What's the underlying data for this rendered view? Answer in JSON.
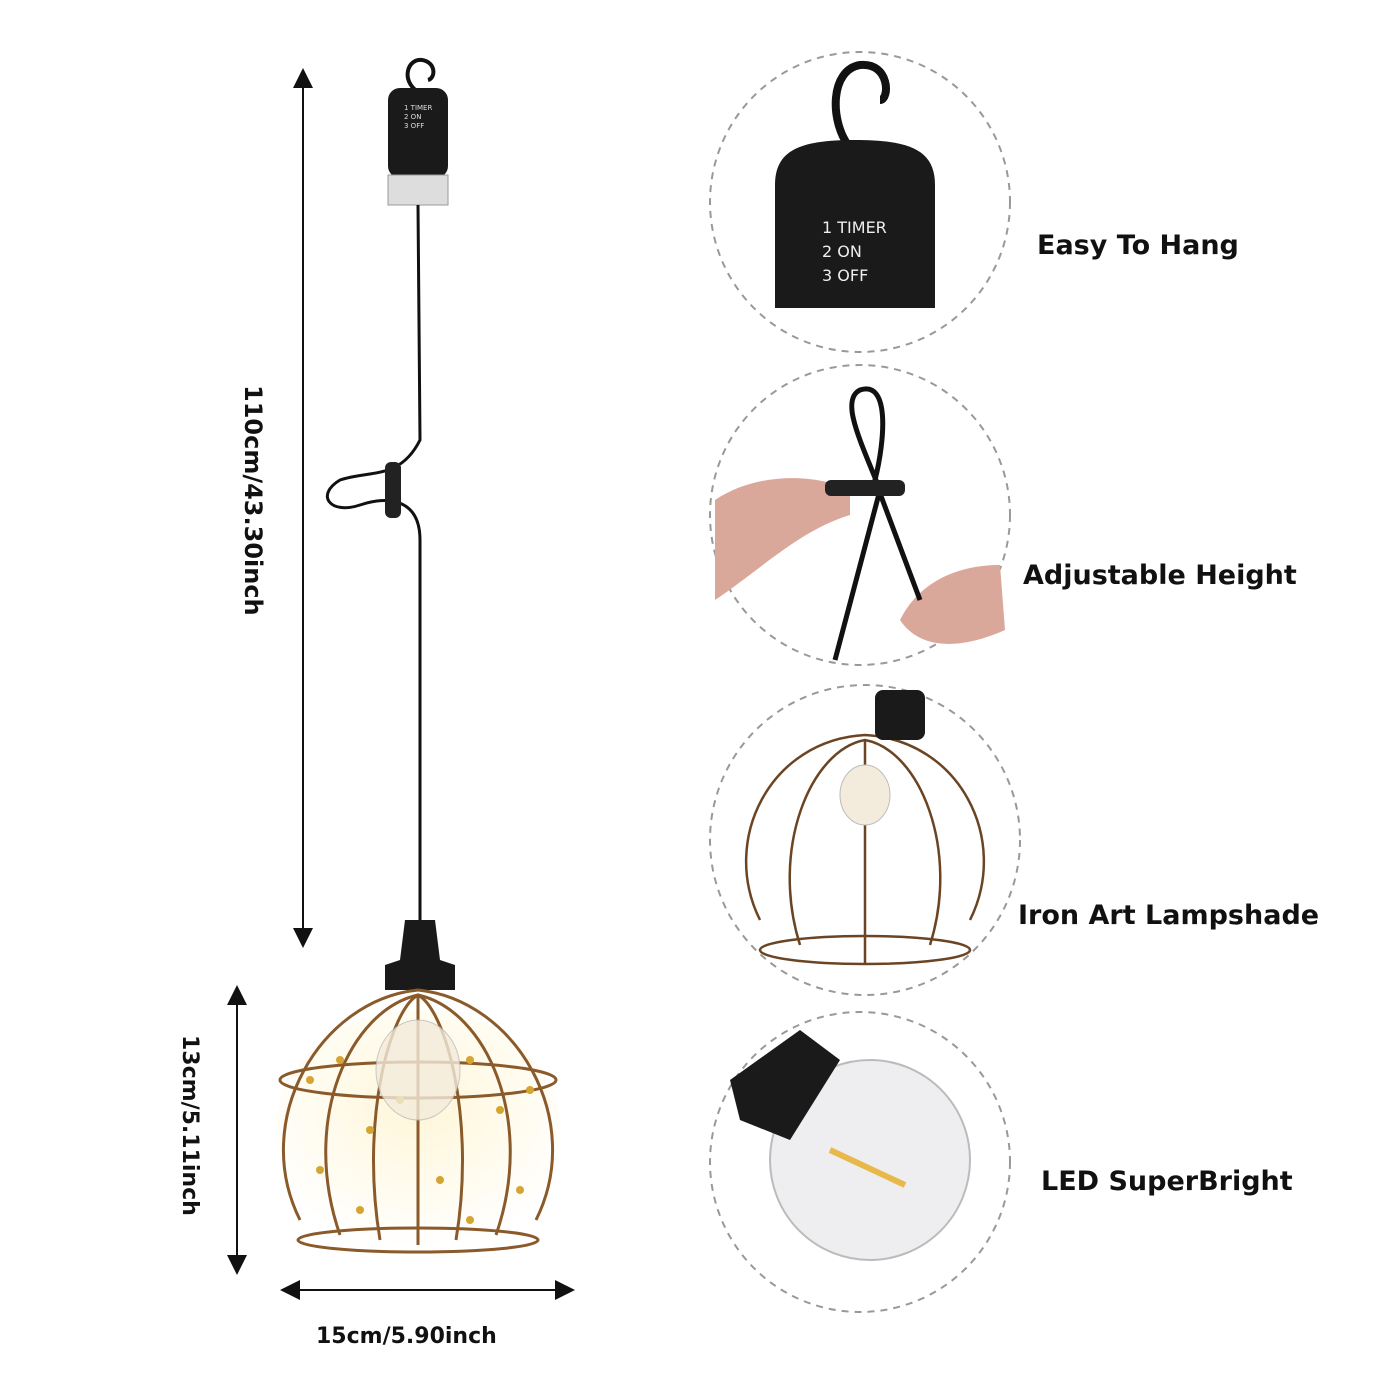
{
  "dimensions": {
    "cord_length": "110cm/43.30inch",
    "shade_height": "13cm/5.11inch",
    "shade_width": "15cm/5.90inch"
  },
  "switch_labels": [
    "1 TIMER",
    "2 ON",
    "3 OFF"
  ],
  "features": [
    {
      "label": "Easy To Hang"
    },
    {
      "label": "Adjustable Height"
    },
    {
      "label": "Iron Art Lampshade"
    },
    {
      "label": "LED SuperBright"
    }
  ],
  "colors": {
    "cage": "#8a5a2a",
    "bead": "#d4a530",
    "housing": "#1a1a1a",
    "circle_border": "#999999"
  }
}
